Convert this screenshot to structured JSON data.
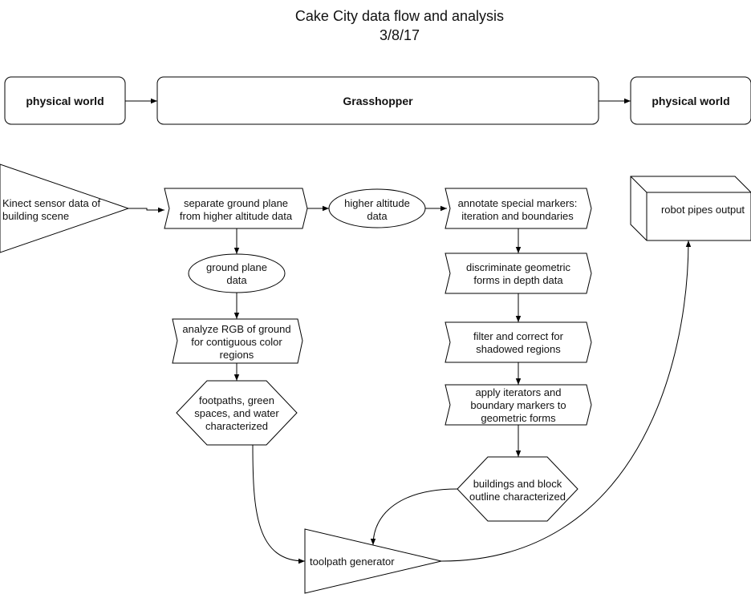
{
  "title": {
    "line1": "Cake City data flow and analysis",
    "line2": "3/8/17"
  },
  "top_row": {
    "left": "physical world",
    "middle": "Grasshopper",
    "right": "physical world"
  },
  "nodes": {
    "kinect": [
      "Kinect sensor data of",
      "building scene"
    ],
    "separate": [
      "separate ground plane",
      "from higher altitude data"
    ],
    "higher_alt": [
      "higher altitude",
      "data"
    ],
    "annotate": [
      "annotate special markers:",
      "iteration and boundaries"
    ],
    "robot": "robot pipes output",
    "ground_plane": [
      "ground plane",
      "data"
    ],
    "discriminate": [
      "discriminate geometric",
      "forms in depth data"
    ],
    "analyze": [
      "analyze RGB of ground",
      "for contiguous color",
      "regions"
    ],
    "filter": [
      "filter and correct for",
      "shadowed regions"
    ],
    "apply": [
      "apply iterators and",
      "boundary markers to",
      "geometric forms"
    ],
    "footpaths": [
      "footpaths, green",
      "spaces, and water",
      "characterized"
    ],
    "buildings": [
      "buildings and block",
      "outline characterized"
    ],
    "toolpath": "toolpath generator"
  },
  "colors": {
    "stroke": "#000000",
    "fill": "#ffffff",
    "text": "#111111"
  }
}
